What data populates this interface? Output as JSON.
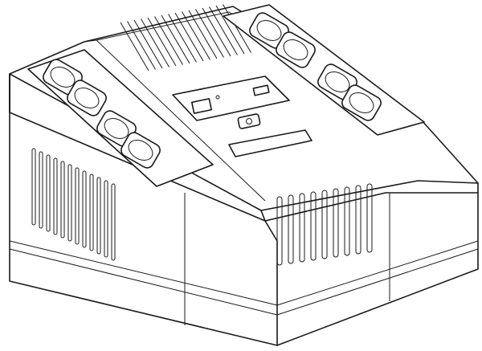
{
  "drawing": {
    "subject": "ups-power-strip",
    "line_color": "#1a1a1a",
    "background": "#ffffff",
    "icons": [
      "power-button-icon",
      "usb-port-icon",
      "socket-icon",
      "vent-icon",
      "display-window-icon"
    ],
    "left_socket_count": 4,
    "right_socket_count": 4
  }
}
